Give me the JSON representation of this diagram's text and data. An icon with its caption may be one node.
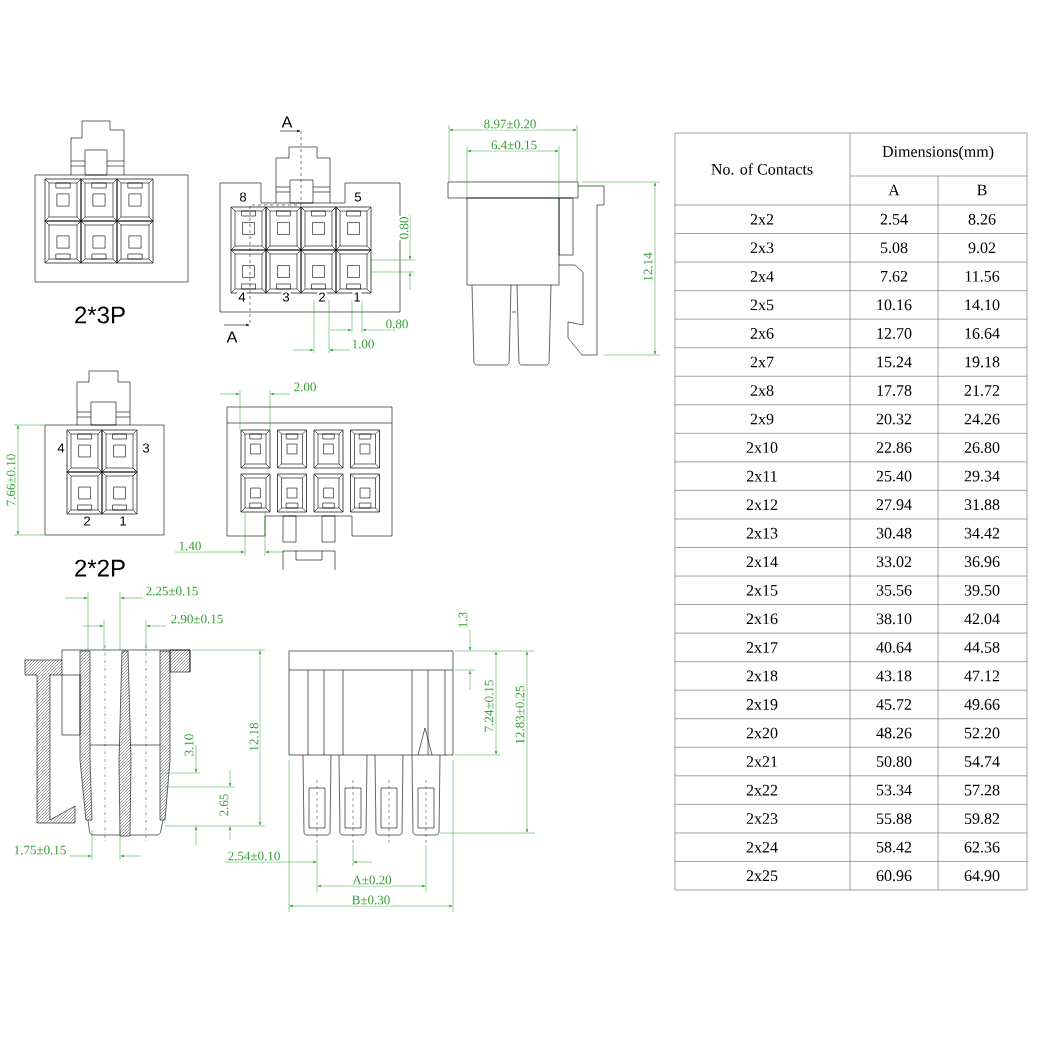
{
  "diagram": {
    "labels": [
      "A",
      "8",
      "5",
      "4",
      "3",
      "2",
      "1",
      "A",
      "2*3P",
      "0.80",
      "0.80",
      "1.00",
      "8.97±0.20",
      "6.4±0.15",
      "12.14",
      "2.00",
      "4",
      "3",
      "2",
      "1",
      "7.66±0.10",
      "1.40",
      "2*2P",
      "2.25±0.15",
      "2.90±0.15",
      "3.10",
      "12.18",
      "2.65",
      "1.75±0.15",
      "1.3",
      "7.24±0.15",
      "12.83±0.25",
      "2.54±0.10",
      "A±0.20",
      "B±0.30",
      "No. of Contacts",
      "Dimensions(mm)",
      "A",
      "B",
      "2x2",
      "2.54",
      "8.26",
      "2x3",
      "5.08",
      "9.02",
      "2x4",
      "7.62",
      "11.56",
      "2x5",
      "10.16",
      "14.10",
      "2x6",
      "12.70",
      "16.64",
      "2x7",
      "15.24",
      "19.18",
      "2x8",
      "17.78",
      "21.72",
      "2x9",
      "20.32",
      "24.26",
      "2x10",
      "22.86",
      "26.80",
      "2x11",
      "25.40",
      "29.34",
      "2x12",
      "27.94",
      "31.88",
      "2x13",
      "30.48",
      "34.42",
      "2x14",
      "33.02",
      "36.96",
      "2x15",
      "35.56",
      "39.50",
      "2x16",
      "38.10",
      "42.04",
      "2x17",
      "40.64",
      "44.58",
      "2x18",
      "43.18",
      "47.12",
      "2x19",
      "45.72",
      "49.66",
      "2x20",
      "48.26",
      "52.20",
      "2x21",
      "50.80",
      "54.74",
      "2x22",
      "53.34",
      "57.28",
      "2x23",
      "55.88",
      "59.82",
      "2x24",
      "58.42",
      "62.36",
      "2x25",
      "60.96",
      "64.90"
    ]
  }
}
